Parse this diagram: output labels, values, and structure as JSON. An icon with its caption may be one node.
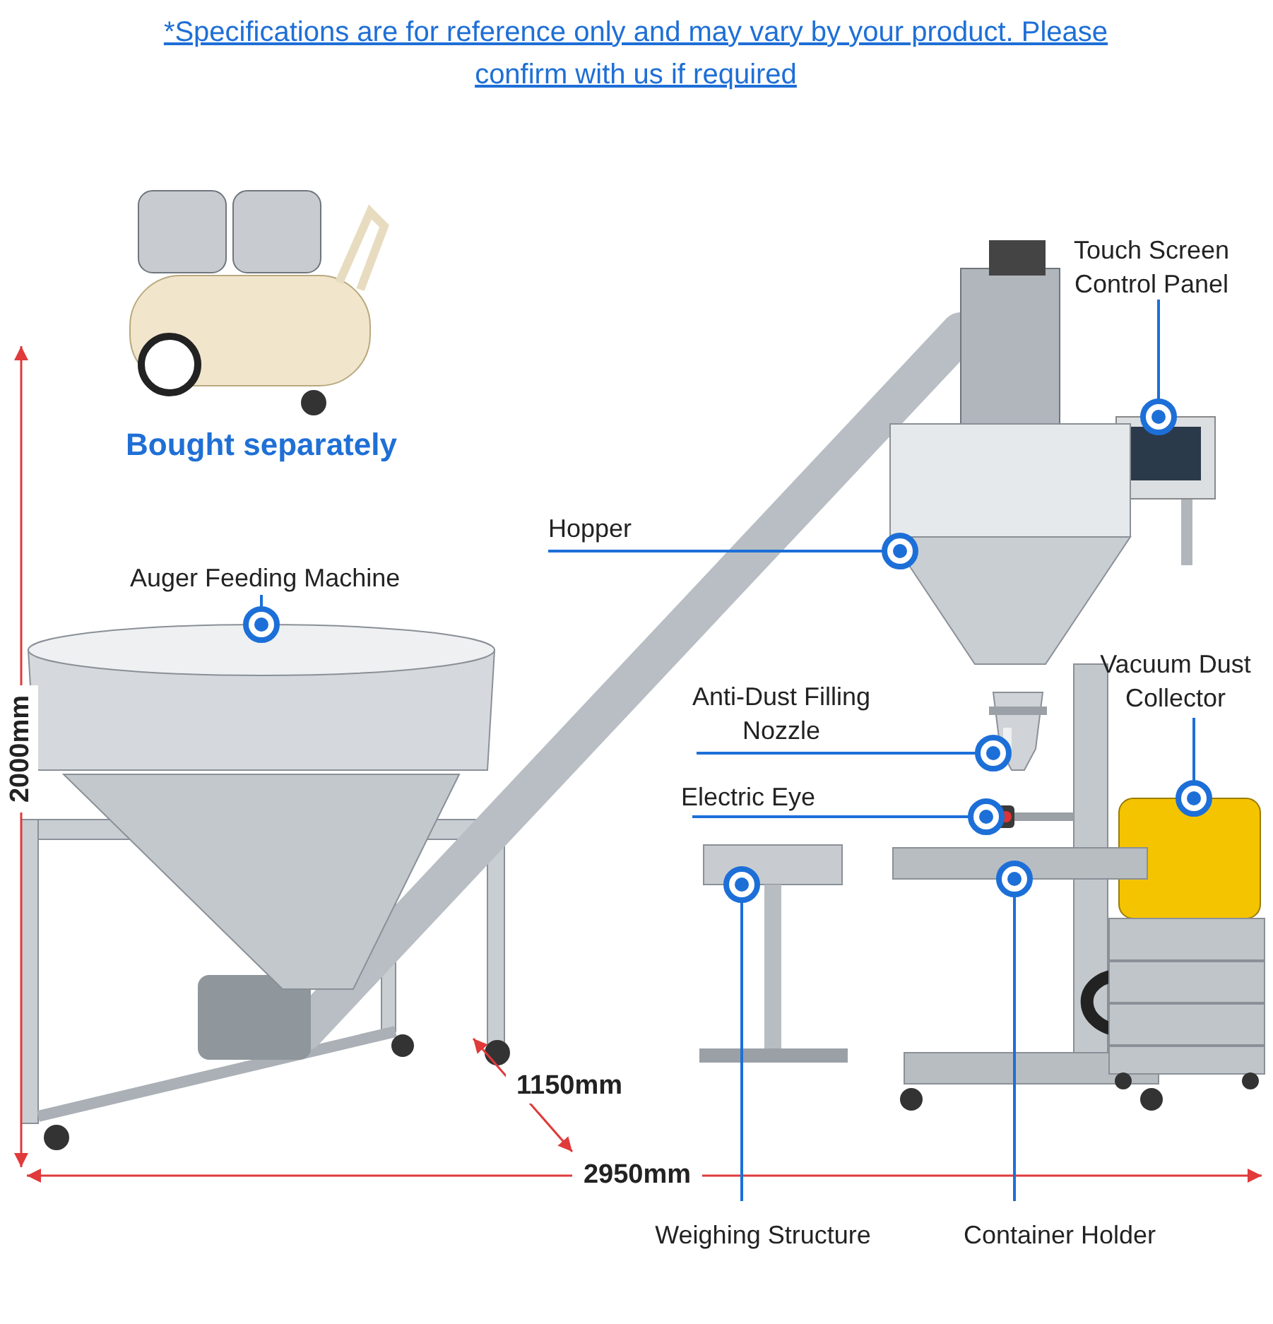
{
  "diagram": {
    "nodes": [
      {
        "text": [],
        "shape": "picture",
        "beside": [
          "Bought separately"
        ]
      },
      {
        "text": [
          "Touch Screen Control Panel"
        ]
      },
      {
        "text": [],
        "shape": "picture"
      },
      {
        "text": [
          "Hopper"
        ]
      },
      {
        "text": [],
        "shape": "picture"
      },
      {
        "text": [
          "Auger Feeding Machine"
        ]
      },
      {
        "text": [],
        "shape": "picture"
      },
      {
        "text": [
          "Anti-Dust Filling Nozzle"
        ]
      },
      {
        "text": [],
        "shape": "picture"
      },
      {
        "text": [
          "Vacuum Dust Collector"
        ]
      },
      {
        "text": [],
        "shape": "picture"
      },
      {
        "text": [
          "Electric Eye"
        ]
      },
      {
        "text": [],
        "shape": "picture"
      },
      {
        "text": [
          "Weighing Structure"
        ]
      },
      {
        "text": [],
        "shape": "picture"
      },
      {
        "text": [
          "Container Holder"
        ]
      },
      {
        "text": [],
        "shape": "picture"
      }
    ],
    "edges": [
      {
        "from": 1,
        "to": 2,
        "arrow": "other"
      },
      {
        "from": 3,
        "to": 4,
        "arrow": "other"
      },
      {
        "from": 5,
        "to": 6,
        "arrow": "other"
      },
      {
        "from": 7,
        "to": 8,
        "arrow": "other"
      },
      {
        "from": 9,
        "to": 10,
        "arrow": "other"
      },
      {
        "from": 11,
        "to": 12,
        "arrow": "other"
      },
      {
        "from": 13,
        "to": 14,
        "arrow": "other"
      },
      {
        "from": 15,
        "to": 16,
        "arrow": "other"
      }
    ],
    "labels": [
      "*Specifications are for reference only and may vary by your product. Please confirm with us if required",
      "2000mm",
      "1150mm",
      "2950mm"
    ]
  }
}
